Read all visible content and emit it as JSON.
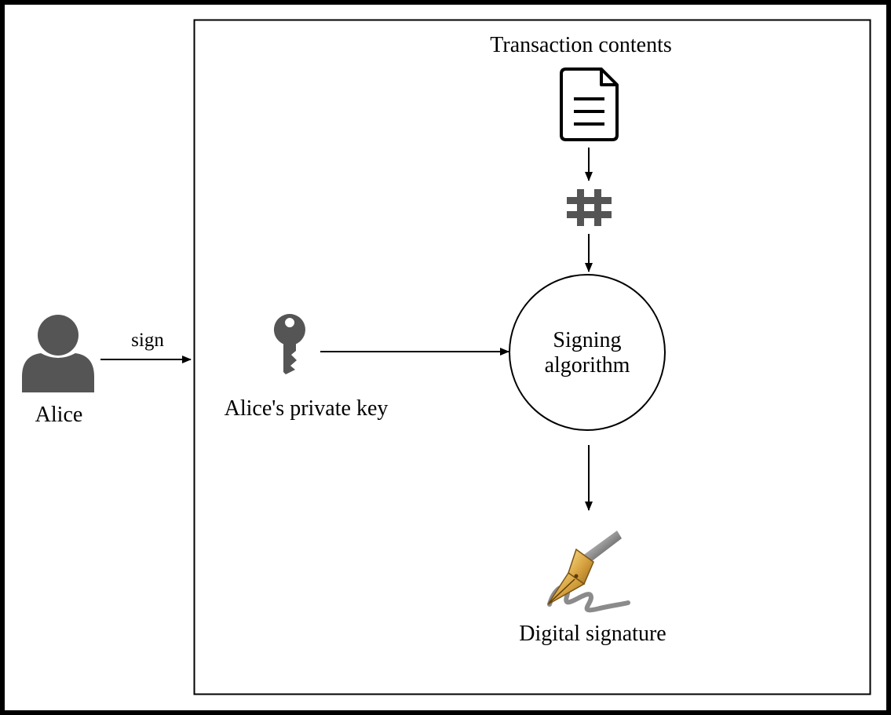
{
  "diagram": {
    "actor": {
      "label": "Alice",
      "icon": "user-icon"
    },
    "edge_sign": {
      "label": "sign"
    },
    "private_key": {
      "label": "Alice's private key",
      "icon": "key-icon"
    },
    "transaction": {
      "label": "Transaction contents",
      "icon": "document-icon"
    },
    "hash": {
      "icon": "hash-icon"
    },
    "algorithm": {
      "line1": "Signing",
      "line2": "algorithm"
    },
    "output": {
      "label": "Digital signature",
      "icon": "fountain-pen-icon"
    },
    "colors": {
      "frame": "#000000",
      "icon_gray": "#555555",
      "pen_gold": "#d9a441",
      "background": "#ffffff"
    }
  }
}
